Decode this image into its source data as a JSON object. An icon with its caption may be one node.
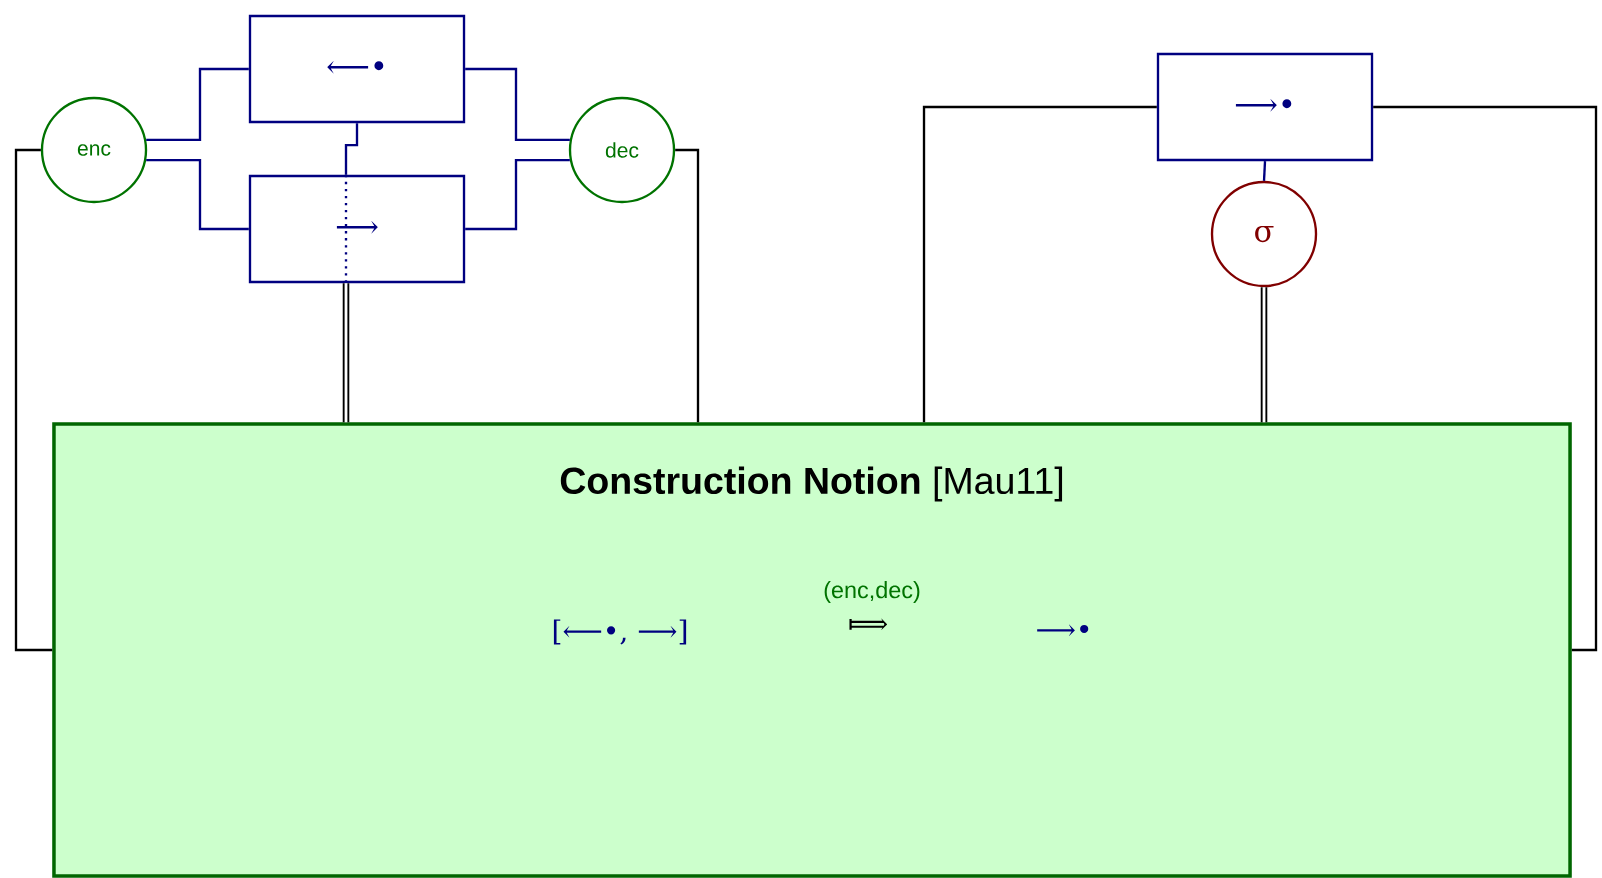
{
  "diagram": {
    "nodes": [
      {
        "text": [
          "enc"
        ]
      },
      {
        "text": [
          "⟵•"
        ]
      },
      {
        "text": [
          "⟶"
        ]
      },
      {
        "text": [
          "dec"
        ]
      },
      {
        "text": [
          "⟶•"
        ]
      },
      {
        "text": [
          "σ"
        ]
      },
      {
        "text": [
          "**Construction Notion** [Mau11]",
          "[⟵•, ⟶]",
          "(enc,dec)",
          "⟾",
          "⟶•"
        ]
      }
    ],
    "edges": [
      {
        "from": 0,
        "to": 1,
        "arrow": "none",
        "color": "#000080"
      },
      {
        "from": 0,
        "to": 2,
        "arrow": "none",
        "color": "#000080"
      },
      {
        "from": 1,
        "to": 3,
        "arrow": "none",
        "color": "#000080"
      },
      {
        "from": 2,
        "to": 3,
        "arrow": "none",
        "color": "#000080"
      },
      {
        "from": 1,
        "to": 2,
        "arrow": "none",
        "color": "#000080"
      },
      {
        "from": 2,
        "to": 6,
        "arrow": "none",
        "style": "thick",
        "color": "#000000"
      },
      {
        "from": 0,
        "to": 6,
        "arrow": "none",
        "color": "#000000"
      },
      {
        "from": 3,
        "to": 6,
        "arrow": "none",
        "color": "#000000"
      },
      {
        "from": 4,
        "to": 6,
        "arrow": "none",
        "color": "#000000"
      },
      {
        "from": 4,
        "to": 6,
        "arrow": "none",
        "color": "#000000"
      },
      {
        "from": 4,
        "to": 5,
        "arrow": "none",
        "color": "#000080"
      },
      {
        "from": 5,
        "to": 6,
        "arrow": "none",
        "style": "thick",
        "color": "#000000"
      }
    ]
  }
}
